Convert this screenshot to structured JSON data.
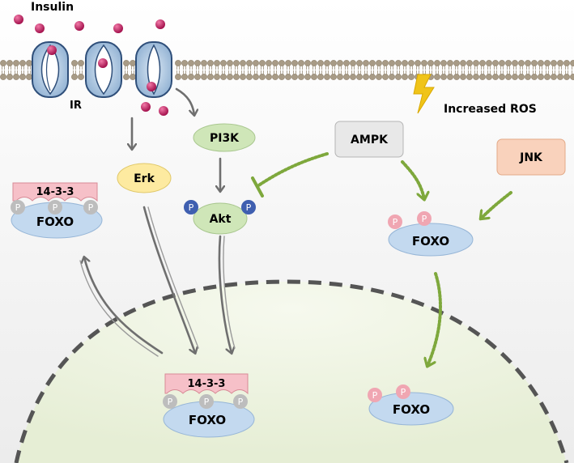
{
  "labels": {
    "insulin": "Insulin",
    "ir": "IR",
    "increased_ros": "Increased ROS",
    "pi3k": "PI3K",
    "erk": "Erk",
    "akt": "Akt",
    "ampk": "AMPK",
    "jnk": "JNK",
    "foxo": "FOXO",
    "adaptor_1433": "14-3-3",
    "phospho": "P"
  },
  "colors": {
    "membrane_head": "#a89b86",
    "receptor": "#9ebbd8",
    "insulin": "#c41d63",
    "pi3k_fill": "#cfe6b8",
    "erk_fill": "#fdeaa0",
    "ampk_fill": "#e8e8e8",
    "jnk_fill": "#f9d2bc",
    "foxo_fill": "#c3d9ef",
    "adaptor_fill": "#f6c0c8",
    "phospho_blue": "#3f5fb0",
    "phospho_pink": "#f0a6b2",
    "phospho_gray": "#bdbdbd",
    "arrow_gray": "#6f6f6f",
    "arrow_green": "#7ea83c",
    "nucleus_fill": "#eef4e0",
    "ros_bolt": "#f0c419"
  }
}
